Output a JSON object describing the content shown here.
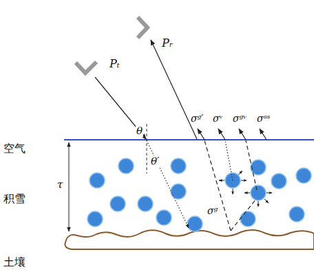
{
  "diagram": {
    "labels": [
      "Pₜ",
      "Pᵣ",
      "θ",
      "θ′",
      "空气",
      "积雪",
      "土壤",
      "τ",
      "σᵍ′",
      "σᵛ",
      "σᵍᵛ",
      "σᵃˢ",
      "σᵍ"
    ]
  }
}
